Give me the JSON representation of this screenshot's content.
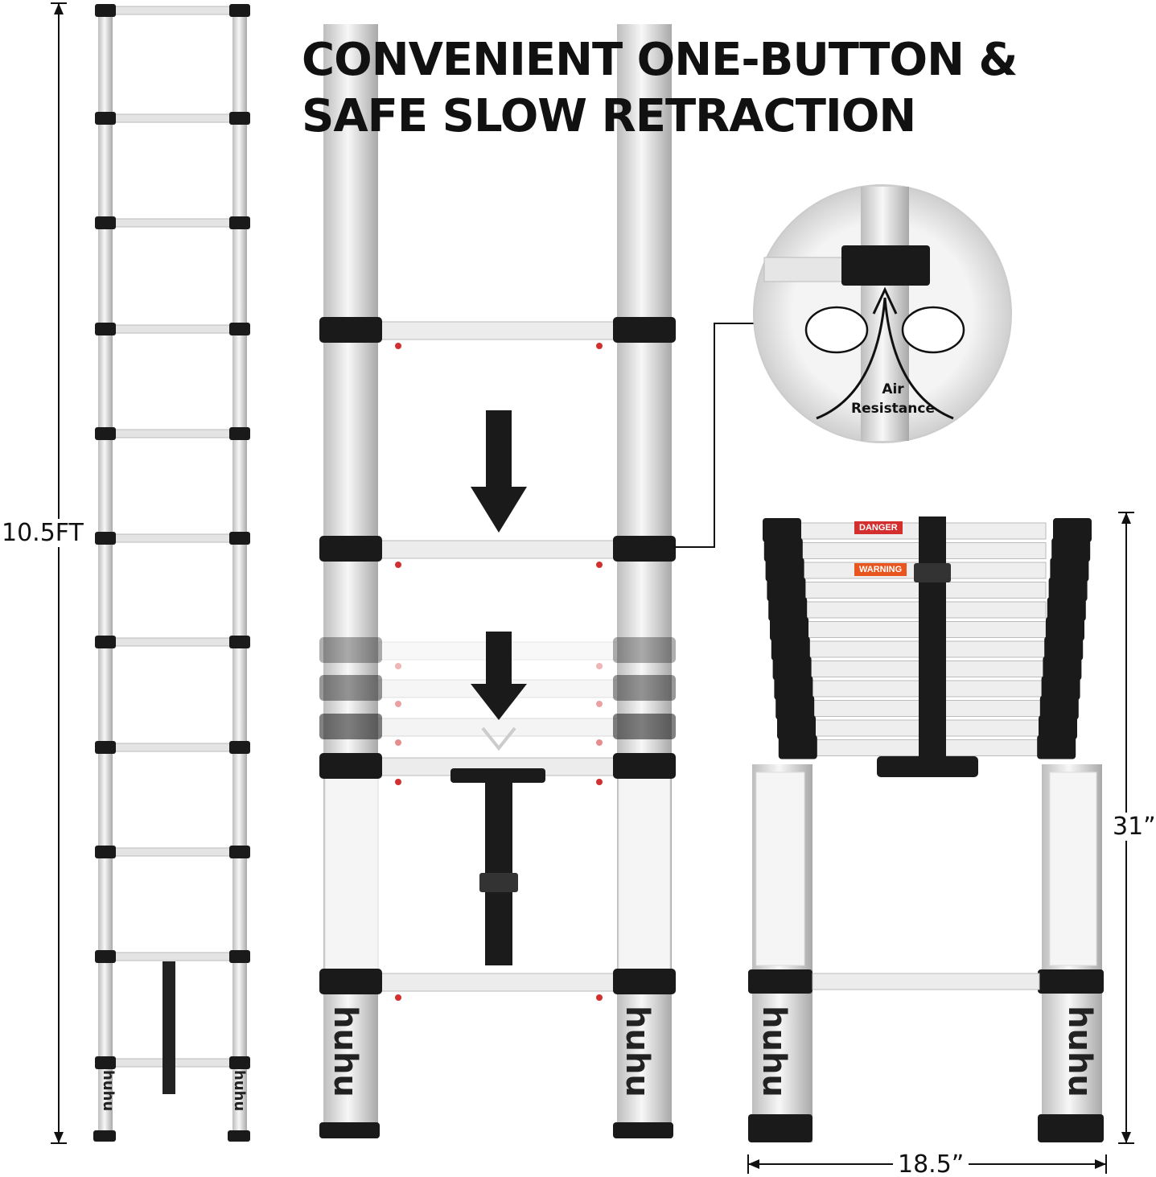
{
  "headline": {
    "line1": "CONVENIENT ONE-BUTTON &",
    "line2": "SAFE SLOW RETRACTION"
  },
  "dimensions": {
    "extended_height": "10.5FT",
    "collapsed_height": "31”",
    "width": "18.5”"
  },
  "callout": {
    "line1": "Air",
    "line2": "Resistance"
  },
  "brand": "huhu",
  "labels": {
    "danger": "DANGER",
    "warning": "WARNING"
  },
  "colors": {
    "rail": "#d9d9d9",
    "joint": "#1a1a1a",
    "danger": "#d32f2f",
    "warning": "#e8551f",
    "text": "#111111"
  }
}
